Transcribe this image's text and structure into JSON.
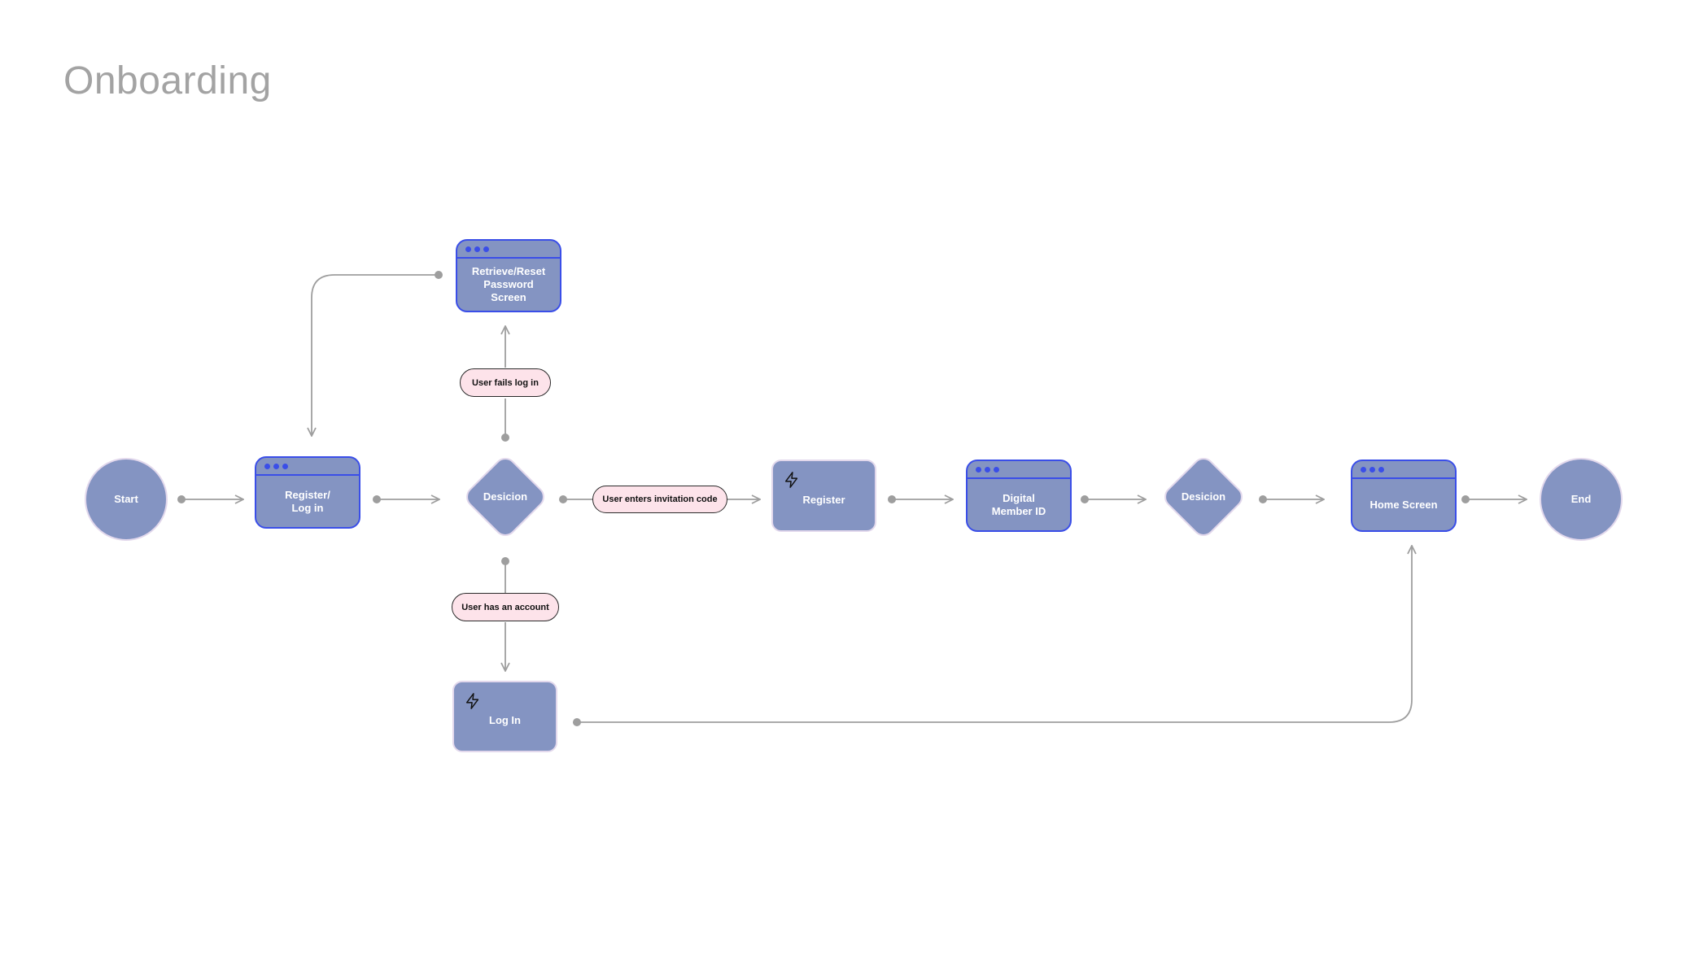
{
  "page": {
    "title": "Onboarding"
  },
  "colors": {
    "node_fill": "#8494c2",
    "screen_border": "#3a4ee8",
    "soft_border": "#e2d8ec",
    "connector": "#9e9e9e",
    "label_fill": "#fde3ea",
    "title": "#a3a3a3"
  },
  "nodes": {
    "start": {
      "label": "Start",
      "shape": "circle"
    },
    "register_login": {
      "label": "Register/\nLog in",
      "shape": "screen"
    },
    "decision_1": {
      "label": "Desicion",
      "shape": "diamond"
    },
    "retrieve_reset": {
      "label": "Retrieve/Reset\nPassword\nScreen",
      "shape": "screen"
    },
    "register": {
      "label": "Register",
      "shape": "action",
      "icon": "lightning-icon"
    },
    "digital_member_id": {
      "label": "Digital\nMember ID",
      "shape": "screen"
    },
    "decision_2": {
      "label": "Desicion",
      "shape": "diamond"
    },
    "home_screen": {
      "label": "Home Screen",
      "shape": "screen"
    },
    "end": {
      "label": "End",
      "shape": "circle"
    },
    "log_in": {
      "label": "Log In",
      "shape": "action",
      "icon": "lightning-icon"
    }
  },
  "edge_labels": {
    "user_fails_log_in": "User fails log in",
    "user_enters_invitation_code": "User enters invitation code",
    "user_has_an_account": "User has an account"
  },
  "edges": [
    {
      "from": "start",
      "to": "register_login"
    },
    {
      "from": "register_login",
      "to": "decision_1"
    },
    {
      "from": "decision_1",
      "to": "register",
      "label": "user_enters_invitation_code"
    },
    {
      "from": "decision_1",
      "to": "retrieve_reset",
      "label": "user_fails_log_in"
    },
    {
      "from": "retrieve_reset",
      "to": "register_login"
    },
    {
      "from": "decision_1",
      "to": "log_in",
      "label": "user_has_an_account"
    },
    {
      "from": "register",
      "to": "digital_member_id"
    },
    {
      "from": "digital_member_id",
      "to": "decision_2"
    },
    {
      "from": "decision_2",
      "to": "home_screen"
    },
    {
      "from": "home_screen",
      "to": "end"
    },
    {
      "from": "log_in",
      "to": "home_screen"
    }
  ]
}
